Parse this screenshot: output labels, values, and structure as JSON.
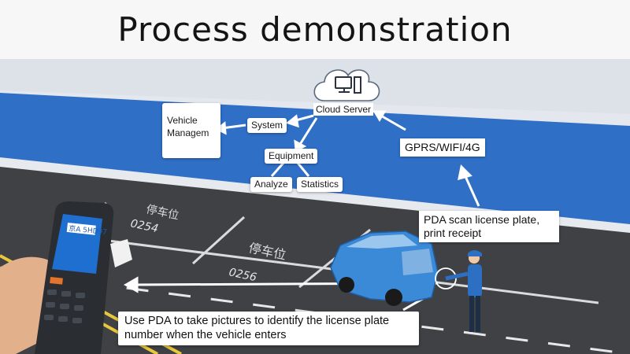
{
  "header": {
    "title": "Process demonstration"
  },
  "diagram": {
    "cloud_server": "Cloud Server",
    "system": "System",
    "vehicle_management": "Vehicle Managem",
    "equipment": "Equipment",
    "analyze": "Analyze",
    "statistics": "Statistics",
    "network": "GPRS/WIFI/4G",
    "pda_scan": "PDA scan license plate, print receipt",
    "use_pda": "Use PDA to take pictures to identify the license plate number when the vehicle enters"
  },
  "scene": {
    "pda_screen_text": "京A 5HD97",
    "parking_number_1": "0254",
    "parking_number_2": "0256",
    "parking_text_1": "停车位",
    "parking_text_2": "停车位"
  },
  "colors": {
    "road": "#3f4145",
    "lane_yellow": "#e8c83a",
    "blue_band": "#2f6fc6",
    "car_blue": "#3b8ad8",
    "arrow": "#ffffff"
  }
}
